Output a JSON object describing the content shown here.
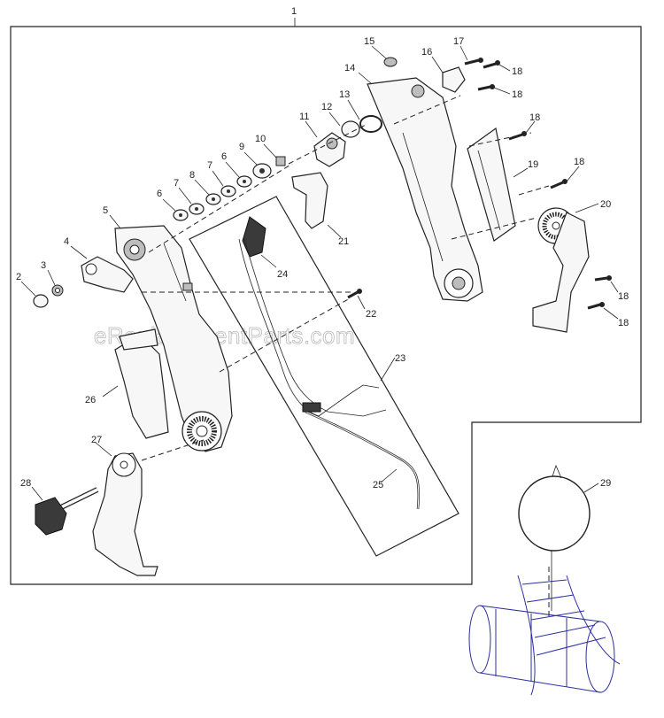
{
  "watermark": "eReplacementParts.com",
  "callouts": {
    "c1": "1",
    "c2": "2",
    "c3": "3",
    "c4": "4",
    "c5": "5",
    "c6a": "6",
    "c6b": "6",
    "c7a": "7",
    "c7b": "7",
    "c8": "8",
    "c9": "9",
    "c10": "10",
    "c11": "11",
    "c12": "12",
    "c13": "13",
    "c14": "14",
    "c15": "15",
    "c16": "16",
    "c17": "17",
    "c18a": "18",
    "c18b": "18",
    "c18c": "18",
    "c18d": "18",
    "c18e": "18",
    "c18f": "18",
    "c19": "19",
    "c20": "20",
    "c21": "21",
    "c22": "22",
    "c23": "23",
    "c24": "24",
    "c25": "25",
    "c26": "26",
    "c27": "27",
    "c28": "28",
    "c29": "29"
  }
}
